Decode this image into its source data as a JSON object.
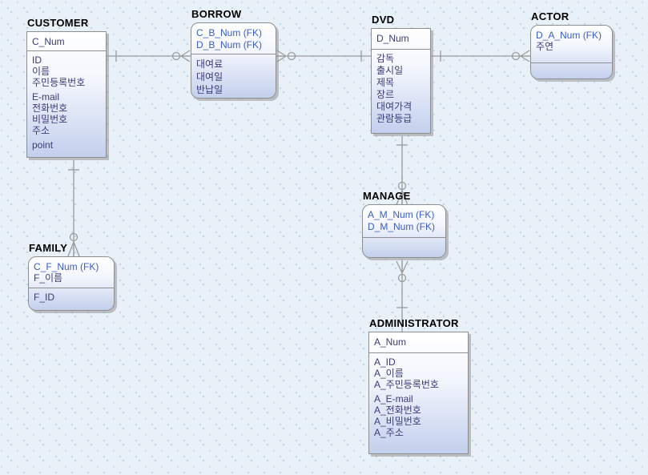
{
  "diagram": {
    "tool": "entity-relationship-diagram",
    "palette": {
      "background": "#e8f0f8",
      "pattern_dot": "#c3d4e8",
      "entity_fill_top": "#ffffff",
      "entity_fill_bottom": "#c3d0ed",
      "entity_border": "#8f8f8f",
      "title_color": "#000000",
      "attribute_color": "#3b3b77",
      "foreign_key_color": "#3c5ec0",
      "relationship_line": "#9c9c9c"
    },
    "entities": [
      {
        "name": "CUSTOMER",
        "shape": "independent-square",
        "primary_keys": [
          {
            "label": "C_Num",
            "fk": false
          }
        ],
        "attributes": [
          "ID",
          "이름",
          "주민등록번호",
          "E-mail",
          "전화번호",
          "비밀번호",
          "주소",
          "point"
        ]
      },
      {
        "name": "BORROW",
        "shape": "dependent-rounded",
        "primary_keys": [
          {
            "label": "C_B_Num (FK)",
            "fk": true
          },
          {
            "label": "D_B_Num (FK)",
            "fk": true
          }
        ],
        "attributes": [
          "대여료",
          "대여일",
          "반납일"
        ]
      },
      {
        "name": "DVD",
        "shape": "independent-square",
        "primary_keys": [
          {
            "label": "D_Num",
            "fk": false
          }
        ],
        "attributes": [
          "감독",
          "출시일",
          "제목",
          "장르",
          "대여가격",
          "관람등급"
        ]
      },
      {
        "name": "ACTOR",
        "shape": "dependent-rounded",
        "primary_keys": [
          {
            "label": "D_A_Num (FK)",
            "fk": true
          },
          {
            "label": "주연",
            "fk": false
          }
        ],
        "attributes": []
      },
      {
        "name": "MANAGE",
        "shape": "dependent-rounded",
        "primary_keys": [
          {
            "label": "A_M_Num (FK)",
            "fk": true
          },
          {
            "label": "D_M_Num (FK)",
            "fk": true
          }
        ],
        "attributes": []
      },
      {
        "name": "ADMINISTRATOR",
        "shape": "independent-square",
        "primary_keys": [
          {
            "label": "A_Num",
            "fk": false
          }
        ],
        "attributes": [
          "A_ID",
          "A_이름",
          "A_주민등록번호",
          "A_E-mail",
          "A_전화번호",
          "A_비밀번호",
          "A_주소"
        ]
      },
      {
        "name": "FAMILY",
        "shape": "dependent-rounded",
        "primary_keys": [
          {
            "label": "C_F_Num (FK)",
            "fk": true
          },
          {
            "label": "F_이름",
            "fk": false
          }
        ],
        "attributes": [
          "F_ID"
        ]
      }
    ],
    "relationships": [
      {
        "from": "CUSTOMER",
        "to": "BORROW",
        "from_cardinality": "one",
        "to_cardinality": "zero-or-many",
        "notation": "IE"
      },
      {
        "from": "DVD",
        "to": "BORROW",
        "from_cardinality": "one",
        "to_cardinality": "zero-or-many",
        "notation": "IE"
      },
      {
        "from": "DVD",
        "to": "ACTOR",
        "from_cardinality": "one",
        "to_cardinality": "zero-or-many",
        "notation": "IE"
      },
      {
        "from": "CUSTOMER",
        "to": "FAMILY",
        "from_cardinality": "one",
        "to_cardinality": "zero-or-many",
        "notation": "IE"
      },
      {
        "from": "DVD",
        "to": "MANAGE",
        "from_cardinality": "one",
        "to_cardinality": "zero-or-many",
        "notation": "IE"
      },
      {
        "from": "ADMINISTRATOR",
        "to": "MANAGE",
        "from_cardinality": "one",
        "to_cardinality": "zero-or-many",
        "notation": "IE"
      }
    ]
  }
}
